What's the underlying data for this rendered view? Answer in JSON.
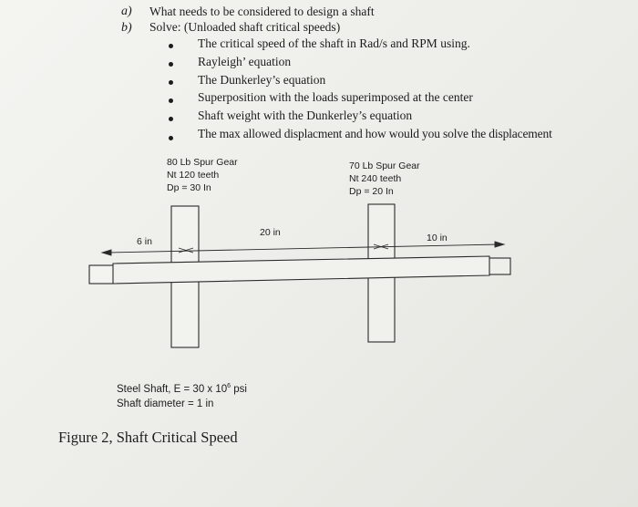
{
  "questions": [
    {
      "marker": "a)",
      "text": "What needs to be considered to design a shaft"
    },
    {
      "marker": "b)",
      "text": "Solve: (Unloaded shaft critical speeds)"
    }
  ],
  "bullets": [
    "The critical speed of the shaft in Rad/s and RPM using.",
    "Rayleigh’ equation",
    "The Dunkerley’s equation",
    "Superposition with the loads superimposed at the center",
    "Shaft weight with the Dunkerley’s equation",
    "The max allowed displacment and how would you solve the displacement"
  ],
  "gear_left": {
    "line1": "80 Lb Spur Gear",
    "line2": "Nt 120 teeth",
    "line3": "Dp = 30 In"
  },
  "gear_right": {
    "line1": "70 Lb Spur Gear",
    "line2": "Nt 240 teeth",
    "line3": "Dp = 20 In"
  },
  "dimensions": {
    "left": "6 in",
    "middle": "20 in",
    "right": "10 in"
  },
  "material": {
    "line1": "Steel Shaft, E = 30 x 10",
    "line1_exp": "6",
    "line1_unit": " psi",
    "line2": "Shaft diameter = 1 in"
  },
  "caption": "Figure 2, Shaft Critical Speed"
}
